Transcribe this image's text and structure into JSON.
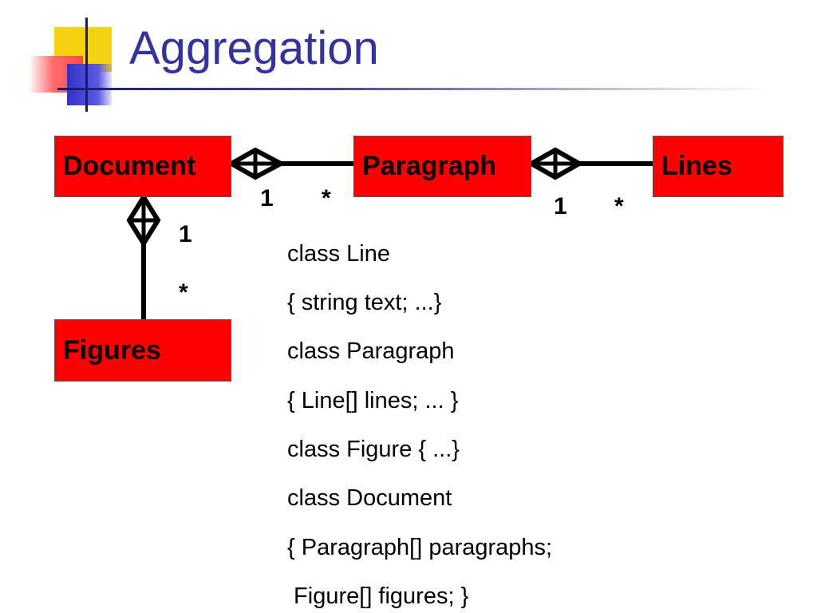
{
  "slide": {
    "title": "Aggregation"
  },
  "diagram": {
    "classes": {
      "document": "Document",
      "paragraph": "Paragraph",
      "lines": "Lines",
      "figures": "Figures"
    },
    "multiplicities": {
      "doc_para_one": "1",
      "doc_para_many": "*",
      "para_lines_one": "1",
      "para_lines_many": "*",
      "doc_fig_one": "1",
      "doc_fig_many": "*"
    },
    "colors": {
      "box_fill": "#ff0000",
      "title": "#3333a0",
      "connector": "#000000"
    }
  },
  "code": [
    "class Line",
    "{ string text; ...}",
    "class Paragraph",
    "{ Line[] lines; ... }",
    "class Figure { ...}",
    "class Document",
    "{ Paragraph[] paragraphs;",
    " Figure[] figures; }"
  ]
}
